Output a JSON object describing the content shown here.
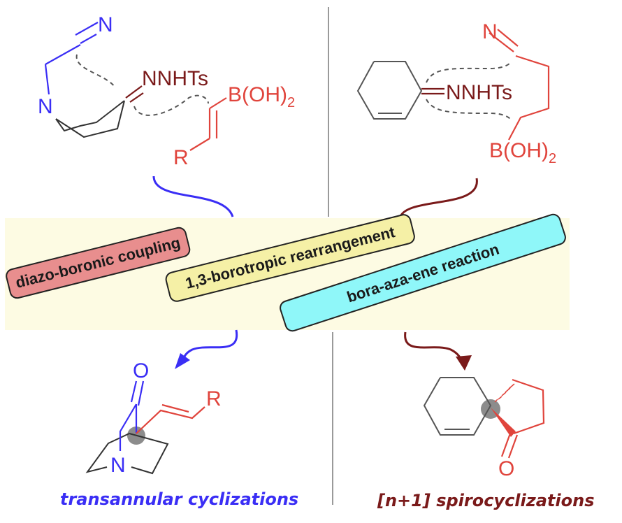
{
  "colors": {
    "blue": "#3a2ef5",
    "red": "#e0443c",
    "dark_red": "#7a1a1a",
    "black": "#333333",
    "gray_divider": "#9a9a9a",
    "band_bg": "#fdfbe3",
    "pill_pink": "#e88e8e",
    "pill_yellow": "#f5f0a6",
    "pill_cyan": "#8ff7f9",
    "dashed": "#555555",
    "highlight": "#666666"
  },
  "left_reactant": {
    "nitrile_n": "N",
    "ring_n": "N",
    "hydrazone": "NNHTs",
    "boronic_acid_base": "B(OH)",
    "boronic_acid_subscript": "2",
    "r_group": "R"
  },
  "right_reactant": {
    "nitrile_n": "N",
    "hydrazone": "NNHTs",
    "boronic_acid_base": "B(OH)",
    "boronic_acid_subscript": "2"
  },
  "steps": [
    {
      "label": "diazo-boronic coupling"
    },
    {
      "label": "1,3-borotropic rearrangement"
    },
    {
      "label": "bora-aza-ene reaction"
    }
  ],
  "left_product": {
    "oxygen": "O",
    "ring_n": "N",
    "r_group": "R"
  },
  "right_product": {
    "oxygen": "O"
  },
  "captions": {
    "left": "transannular cyclizations",
    "right": "[n+1] spirocyclizations"
  }
}
